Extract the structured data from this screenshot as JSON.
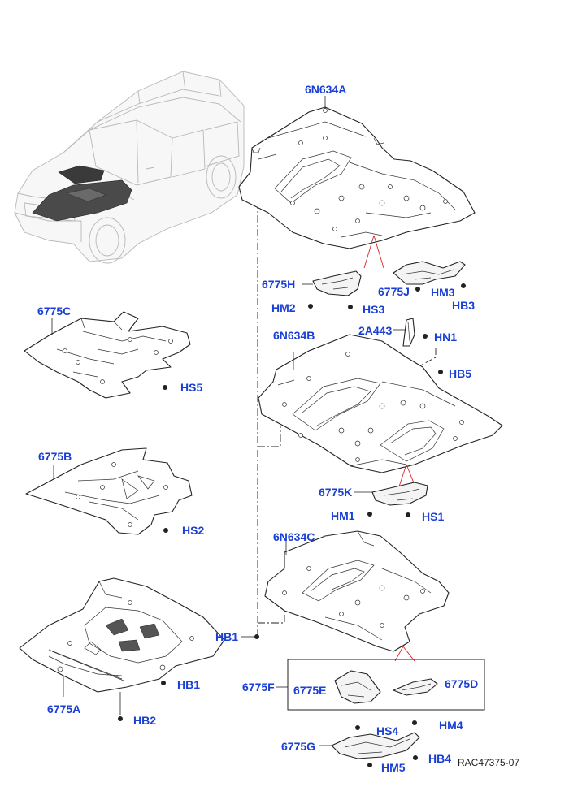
{
  "labels": {
    "p_6N634A": "6N634A",
    "p_6775H": "6775H",
    "p_HM2": "HM2",
    "p_HS3": "HS3",
    "p_6775J": "6775J",
    "p_HM3": "HM3",
    "p_HB3": "HB3",
    "p_2A443": "2A443",
    "p_HN1": "HN1",
    "p_6N634B": "6N634B",
    "p_HB5": "HB5",
    "p_6775C": "6775C",
    "p_HS5": "HS5",
    "p_6775B": "6775B",
    "p_HS2": "HS2",
    "p_6775K": "6775K",
    "p_HM1": "HM1",
    "p_HS1": "HS1",
    "p_6N634C": "6N634C",
    "p_HB1_mid": "HB1",
    "p_HB1": "HB1",
    "p_6775A": "6775A",
    "p_HB2": "HB2",
    "p_6775F": "6775F",
    "p_6775E": "6775E",
    "p_6775D": "6775D",
    "p_HS4": "HS4",
    "p_HM4": "HM4",
    "p_6775G": "6775G",
    "p_HB4": "HB4",
    "p_HM5": "HM5"
  },
  "reference": "RAC47375-07",
  "colors": {
    "label": "#1a3fd6",
    "line": "#222222",
    "highlight": "#dd2222",
    "vehicle": "#b8b8b8"
  }
}
